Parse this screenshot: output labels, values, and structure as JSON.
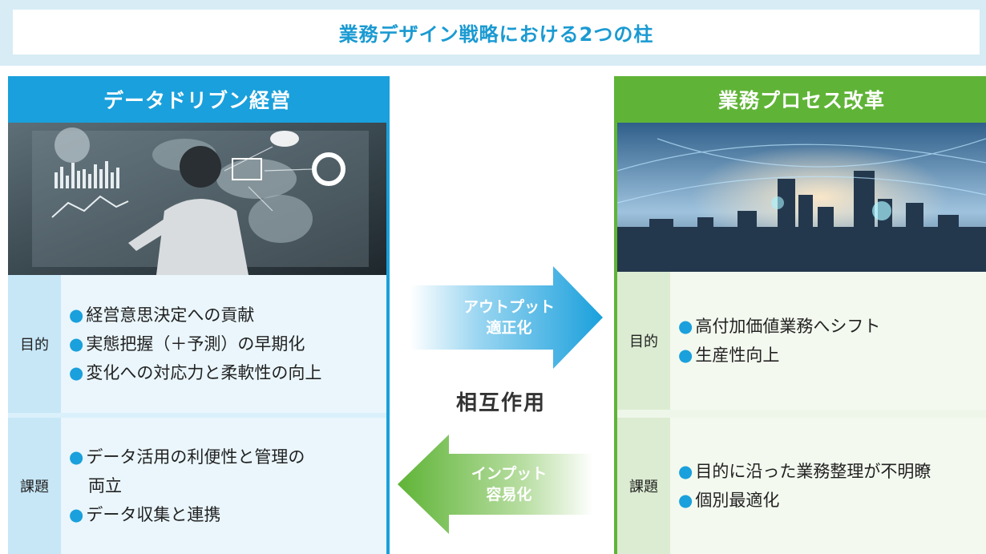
{
  "title": "業務デザイン戦略における2つの柱",
  "left": {
    "header": "データドリブン経営",
    "purpose_label": "目的",
    "purpose_items": [
      "経営意思決定への貢献",
      "実態把握（＋予測）の早期化",
      "変化への対応力と柔軟性の向上"
    ],
    "issue_label": "課題",
    "issue_items": [
      "データ活用の利便性と管理の",
      "両立",
      "データ収集と連携"
    ]
  },
  "right": {
    "header": "業務プロセス改革",
    "purpose_label": "目的",
    "purpose_items": [
      "高付加価値業務へシフト",
      "生産性向上"
    ],
    "issue_label": "課題",
    "issue_items": [
      "目的に沿った業務整理が不明瞭",
      "個別最適化"
    ]
  },
  "arrows": {
    "output_line1": "アウトプット",
    "output_line2": "適正化",
    "input_line1": "インプット",
    "input_line2": "容易化",
    "center": "相互作用"
  },
  "colors": {
    "blue": "#1aa0dc",
    "green": "#5fb437"
  }
}
